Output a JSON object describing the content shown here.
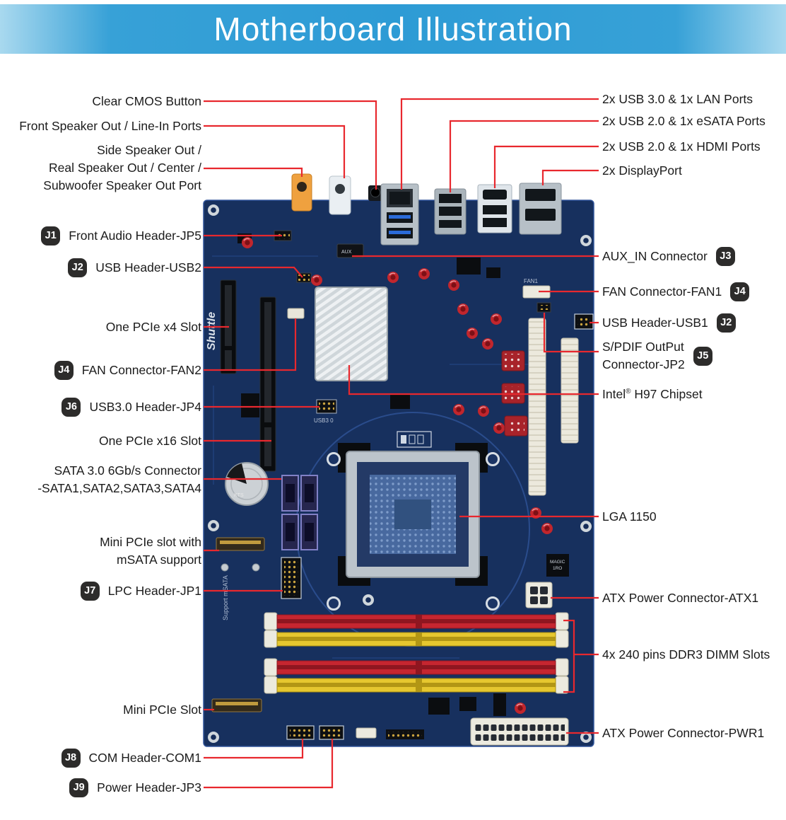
{
  "title": "Motherboard Illustration",
  "colors": {
    "banner_blue": "#2d9bd5",
    "banner_blue_light": "#a9d9ef",
    "callout_red": "#e8282e",
    "pcb_navy": "#17305e",
    "dimm_red": "#c62630",
    "dimm_yellow": "#e6c72f",
    "badge_dark": "#2d2c2b"
  },
  "labels_left": [
    {
      "badge": "",
      "text": "Clear CMOS Button"
    },
    {
      "badge": "",
      "text": "Front Speaker Out / Line-In Ports"
    },
    {
      "badge": "",
      "text": "Side Speaker Out /\nReal Speaker Out / Center /\nSubwoofer Speaker Out Port"
    },
    {
      "badge": "J1",
      "text": "Front Audio Header-JP5"
    },
    {
      "badge": "J2",
      "text": "USB Header-USB2"
    },
    {
      "badge": "",
      "text": "One PCIe x4 Slot"
    },
    {
      "badge": "J4",
      "text": "FAN Connector-FAN2"
    },
    {
      "badge": "J6",
      "text": "USB3.0 Header-JP4"
    },
    {
      "badge": "",
      "text": "One PCIe x16 Slot"
    },
    {
      "badge": "",
      "text": "SATA 3.0 6Gb/s Connector\n-SATA1,SATA2,SATA3,SATA4"
    },
    {
      "badge": "",
      "text": "Mini PCIe slot with\nmSATA support"
    },
    {
      "badge": "J7",
      "text": "LPC Header-JP1"
    },
    {
      "badge": "",
      "text": "Mini PCIe Slot"
    },
    {
      "badge": "J8",
      "text": "COM Header-COM1"
    },
    {
      "badge": "J9",
      "text": "Power Header-JP3"
    }
  ],
  "labels_right": [
    {
      "badge": "",
      "text": "2x USB 3.0 & 1x LAN Ports"
    },
    {
      "badge": "",
      "text": "2x USB 2.0 & 1x eSATA Ports"
    },
    {
      "badge": "",
      "text": "2x USB 2.0 & 1x HDMI Ports"
    },
    {
      "badge": "",
      "text": "2x DisplayPort"
    },
    {
      "badge": "J3",
      "text": "AUX_IN Connector"
    },
    {
      "badge": "J4",
      "text": "FAN Connector-FAN1"
    },
    {
      "badge": "J2",
      "text": "USB Header-USB1"
    },
    {
      "badge": "J5",
      "text": "S/PDIF OutPut\nConnector-JP2"
    },
    {
      "badge": "",
      "text_pre": "Intel",
      "text_sup": "®",
      "text_post": " H97 Chipset"
    },
    {
      "badge": "",
      "text": "LGA 1150"
    },
    {
      "badge": "",
      "text": "ATX Power Connector-ATX1"
    },
    {
      "badge": "",
      "text": "4x 240 pins DDR3 DIMM Slots"
    },
    {
      "badge": "",
      "text": "ATX Power Connector-PWR1"
    }
  ],
  "silkscreen": {
    "brand": "Shuttle",
    "msata": "Support mSATA",
    "usb3": "USB3 0",
    "aux": "AUX",
    "fan1": "FAN1",
    "magic1": "MAGIC",
    "magic2": "1RO",
    "kts": "KTS"
  }
}
